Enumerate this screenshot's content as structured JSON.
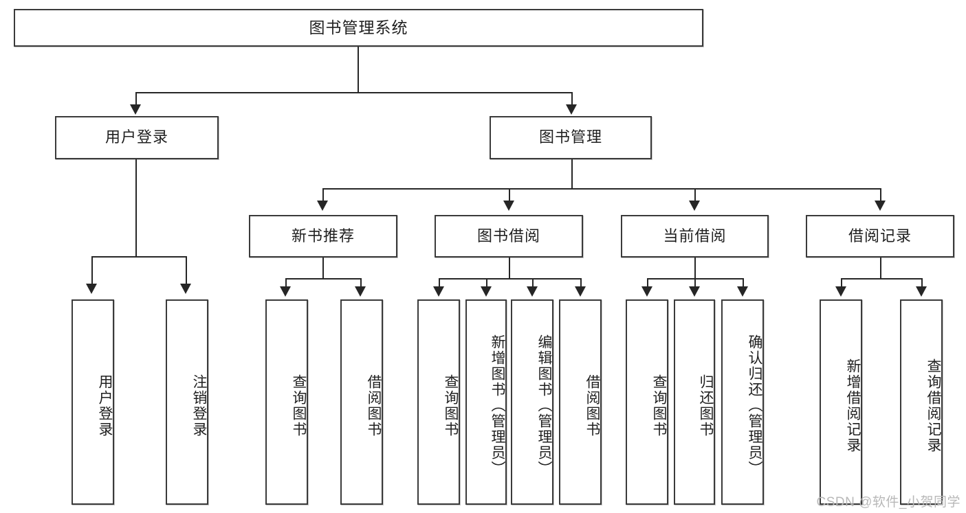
{
  "diagram": {
    "type": "tree-hierarchy",
    "title": "图书管理系统",
    "watermark": "CSDN @软件_小贺同学",
    "colors": {
      "box_border": "#3a3a3a",
      "connector": "#262626",
      "background": "#ffffff",
      "text": "#1f1f1f",
      "watermark": "#b8b8b8"
    },
    "root": {
      "id": "root",
      "label": "图书管理系统"
    },
    "level2": [
      {
        "id": "user-login",
        "label": "用户登录"
      },
      {
        "id": "book-manage",
        "label": "图书管理"
      }
    ],
    "level3": [
      {
        "id": "new-book-rec",
        "label": "新书推荐"
      },
      {
        "id": "book-borrow",
        "label": "图书借阅"
      },
      {
        "id": "current-borrow",
        "label": "当前借阅"
      },
      {
        "id": "borrow-record",
        "label": "借阅记录"
      }
    ],
    "leaves": {
      "user_login": [
        {
          "id": "leaf-user-login",
          "label": "用户登录"
        },
        {
          "id": "leaf-logout",
          "label": "注销登录"
        }
      ],
      "new_book_rec": [
        {
          "id": "leaf-query-book-1",
          "label": "查询图书"
        },
        {
          "id": "leaf-borrow-book-1",
          "label": "借阅图书"
        }
      ],
      "book_borrow": [
        {
          "id": "leaf-query-book-2",
          "label": "查询图书"
        },
        {
          "id": "leaf-add-book",
          "label": "新增图书（管理员）"
        },
        {
          "id": "leaf-edit-book",
          "label": "编辑图书（管理员）"
        },
        {
          "id": "leaf-borrow-book-2",
          "label": "借阅图书"
        }
      ],
      "current_borrow": [
        {
          "id": "leaf-query-book-3",
          "label": "查询图书"
        },
        {
          "id": "leaf-return-book",
          "label": "归还图书"
        },
        {
          "id": "leaf-confirm-return",
          "label": "确认归还（管理员）"
        }
      ],
      "borrow_record": [
        {
          "id": "leaf-add-record",
          "label": "新增借阅记录"
        },
        {
          "id": "leaf-query-record",
          "label": "查询借阅记录"
        }
      ]
    }
  }
}
